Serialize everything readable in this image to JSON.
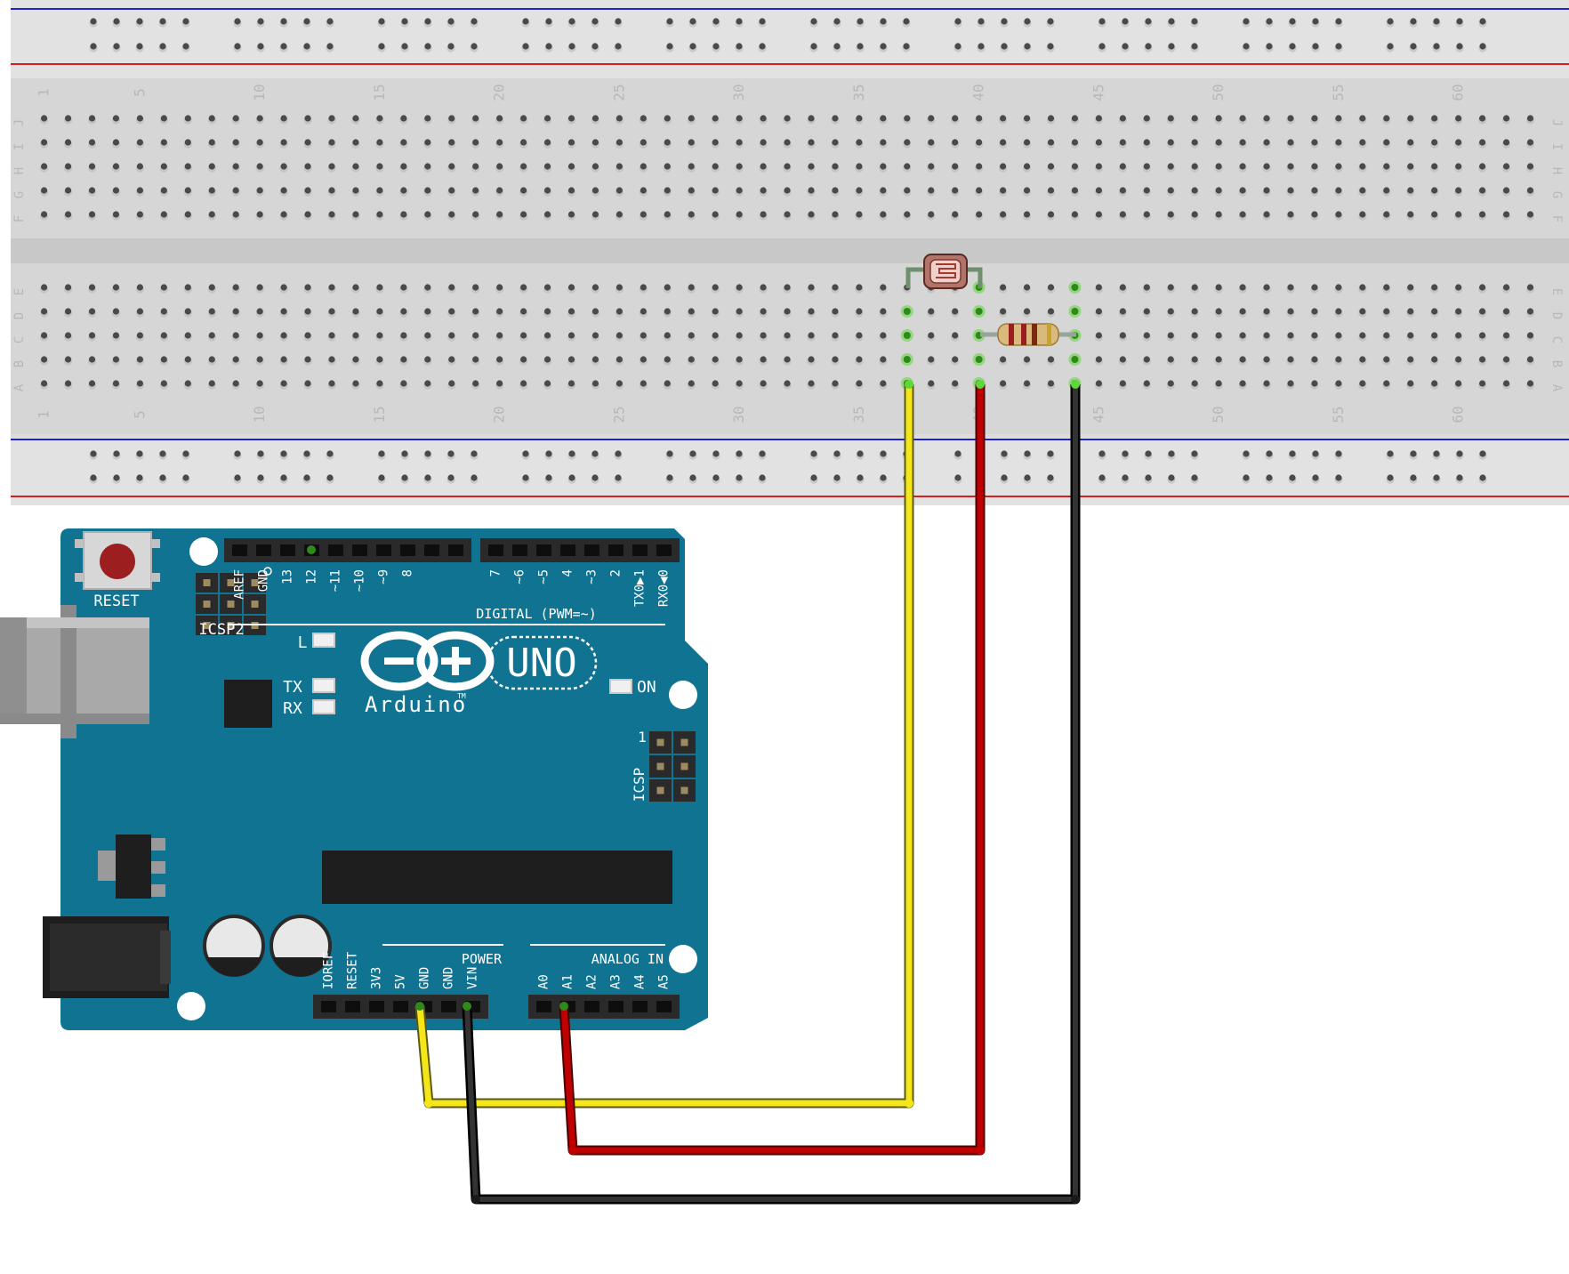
{
  "breadboard": {
    "column_numbers": [
      "1",
      "5",
      "10",
      "15",
      "20",
      "25",
      "30",
      "35",
      "40",
      "45",
      "50",
      "55",
      "60"
    ],
    "top_row_letters": [
      "J",
      "I",
      "H",
      "G",
      "F"
    ],
    "bottom_row_letters": [
      "E",
      "D",
      "C",
      "B",
      "A"
    ]
  },
  "arduino": {
    "logo_text": "Arduino",
    "trademark": "TM",
    "model": "UNO",
    "reset_label": "RESET",
    "icsp2_label": "ICSP2",
    "icsp_label": "ICSP",
    "icsp_pin1": "1",
    "on_label": "ON",
    "led_labels": [
      "L",
      "TX",
      "RX"
    ],
    "digital_label": "DIGITAL (PWM=~)",
    "power_label": "POWER",
    "analog_label": "ANALOG IN",
    "header_top_left": [
      "AREF",
      "GND",
      "13",
      "12",
      "~11",
      "~10",
      "~9",
      "8"
    ],
    "header_top_right": [
      "7",
      "~6",
      "~5",
      "4",
      "~3",
      "2",
      "TX0▶1",
      "RX0◀0"
    ],
    "header_power": [
      "IOREF",
      "RESET",
      "3V3",
      "5V",
      "GND",
      "GND",
      "VIN"
    ],
    "header_analog": [
      "A0",
      "A1",
      "A2",
      "A3",
      "A4",
      "A5"
    ]
  },
  "colors": {
    "board": "#0f7391",
    "breadboard": "#dcdcdc",
    "wire_yellow": "#f5e61a",
    "wire_red": "#c00000",
    "wire_black": "#1a1a1a",
    "active_hole": "#5fd63a"
  }
}
